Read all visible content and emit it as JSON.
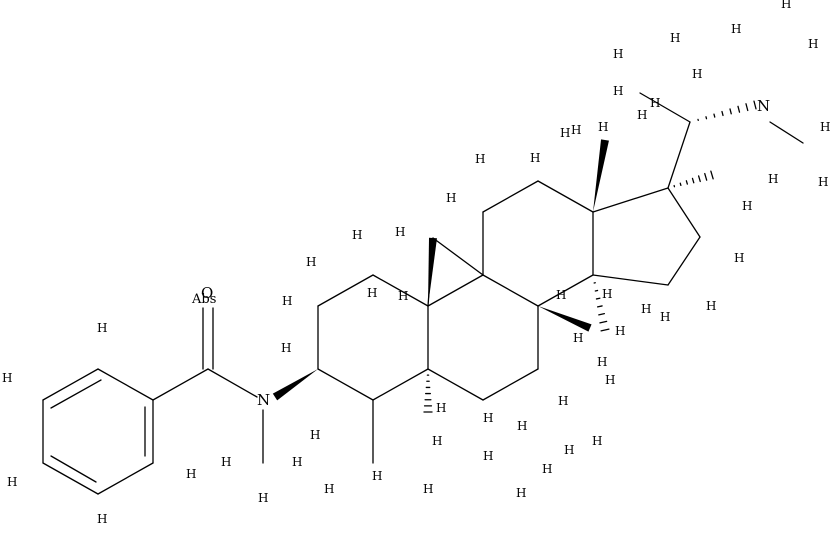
{
  "structure": {
    "abs_label": "Abs",
    "heteroatoms": [
      {
        "id": "o",
        "label": "O"
      },
      {
        "id": "n-amide",
        "label": "N"
      },
      {
        "id": "n-amine",
        "label": "N"
      }
    ],
    "hydrogen_label": "H",
    "hydrogen_count": 58
  },
  "colors": {
    "line": "#000000",
    "background": "#ffffff"
  }
}
